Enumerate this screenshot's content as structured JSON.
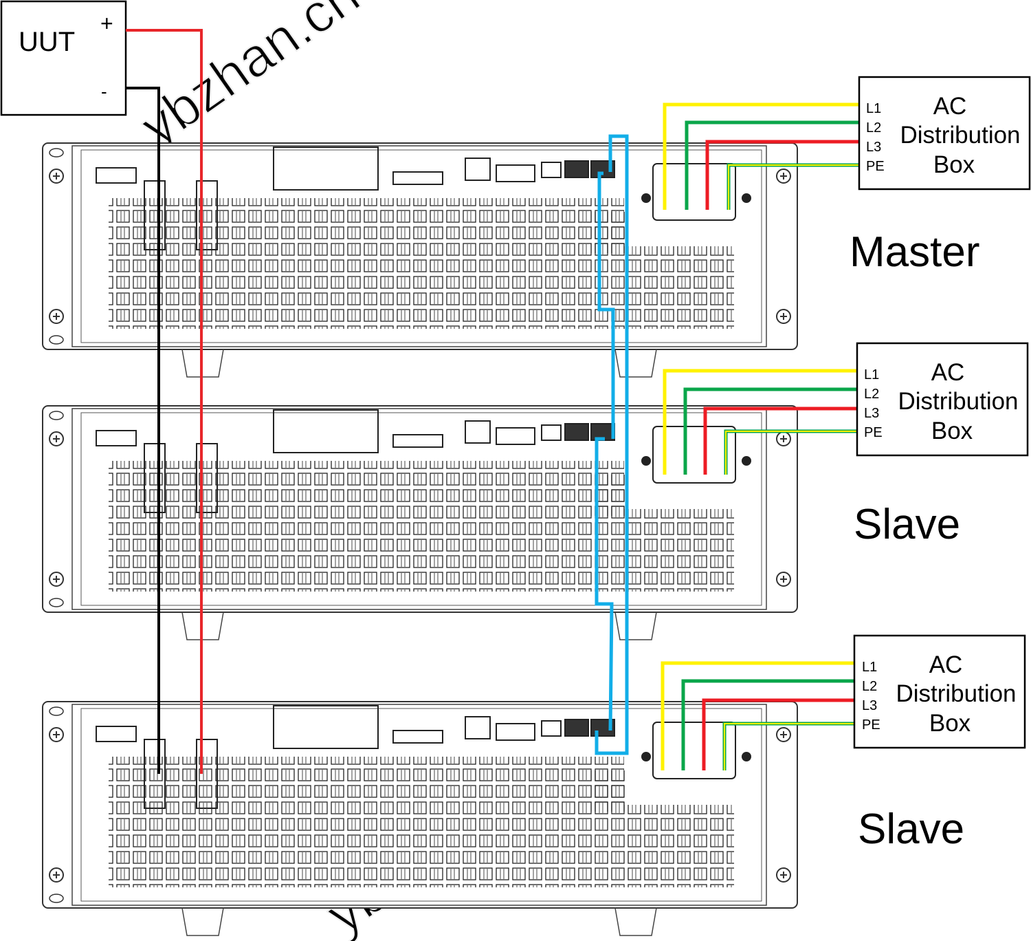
{
  "uut": {
    "label": "UUT",
    "plus": "+",
    "minus": "-"
  },
  "ac_boxes": [
    {
      "title_line1": "AC",
      "title_line2": "Distribution",
      "title_line3": "Box",
      "terminals": [
        "L1",
        "L2",
        "L3",
        "PE"
      ]
    },
    {
      "title_line1": "AC",
      "title_line2": "Distribution",
      "title_line3": "Box",
      "terminals": [
        "L1",
        "L2",
        "L3",
        "PE"
      ]
    },
    {
      "title_line1": "AC",
      "title_line2": "Distribution",
      "title_line3": "Box",
      "terminals": [
        "L1",
        "L2",
        "L3",
        "PE"
      ]
    }
  ],
  "units": [
    {
      "role": "Master"
    },
    {
      "role": "Slave"
    },
    {
      "role": "Slave"
    }
  ],
  "watermark": "ybzhan.cn",
  "colors": {
    "positive": "#e8262a",
    "negative": "#000000",
    "l1": "#fff200",
    "l2": "#0aa64a",
    "l3": "#ed1c24",
    "pe_stripe": "#fff200",
    "parallel_cable": "#12aee8"
  }
}
